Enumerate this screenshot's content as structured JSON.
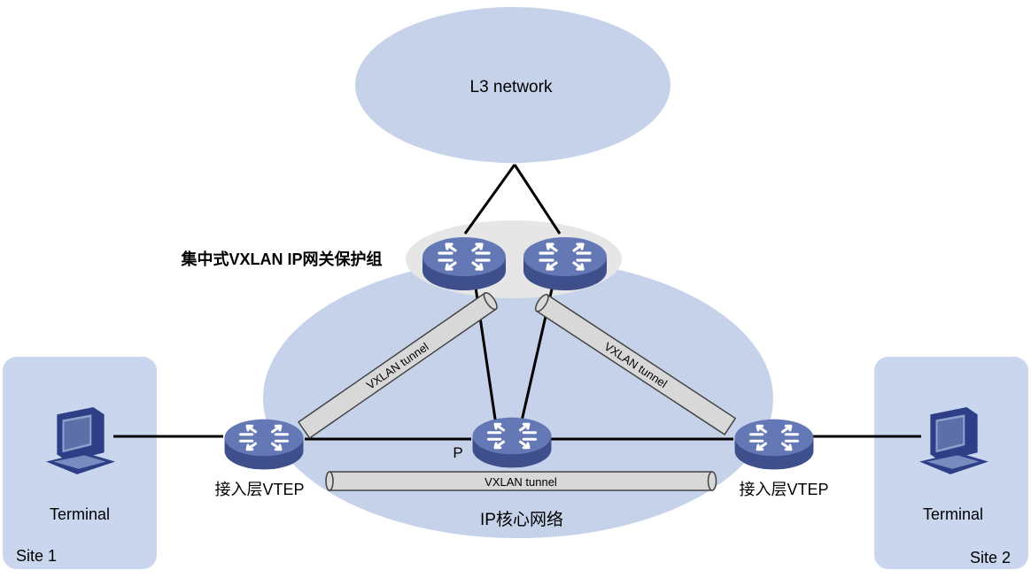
{
  "colors": {
    "cloud_fill": "#c5d2ea",
    "site_fill": "#c9d6ee",
    "gateway_group_fill": "#e6e6e6",
    "router_top": "#6478b6",
    "router_side": "#3e4f8c",
    "router_arrow": "#ffffff",
    "link": "#000000",
    "tunnel_fill": "#d8d8d8",
    "tunnel_stroke": "#444444",
    "terminal_body": "#2f3f87",
    "text": "#000000"
  },
  "labels": {
    "l3_network": "L3 network",
    "gateway_group": "集中式VXLAN IP网关保护组",
    "core_network": "IP核心网络",
    "p_device": "P",
    "left_vtep": "接入层VTEP",
    "right_vtep": "接入层VTEP",
    "tunnel_left": "VXLAN tunnel",
    "tunnel_right": "VXLAN tunnel",
    "tunnel_bottom": "VXLAN tunnel",
    "left_terminal": "Terminal",
    "right_terminal": "Terminal",
    "site1": "Site 1",
    "site2": "Site 2"
  },
  "icons": {
    "router": "router-icon",
    "terminal": "terminal-icon",
    "tunnel": "tunnel-pipe-icon"
  }
}
